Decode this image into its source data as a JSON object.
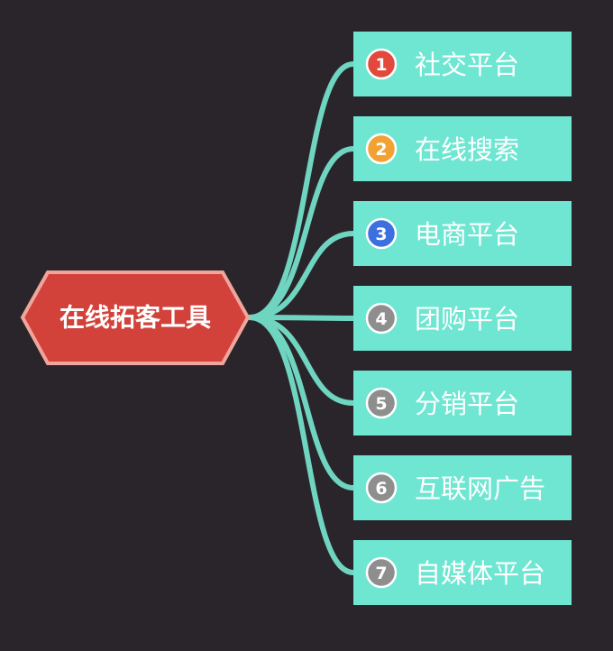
{
  "root": {
    "label": "在线拓客工具",
    "fill": "#d2423a",
    "stroke": "#f0a59c"
  },
  "connector_color": "#6fd4c0",
  "node_fill": "#6ee6d2",
  "node_text_color": "#ffffff",
  "branches": [
    {
      "number": "1",
      "label": "社交平台",
      "badge_color": "#e2483c"
    },
    {
      "number": "2",
      "label": "在线搜索",
      "badge_color": "#f1a233"
    },
    {
      "number": "3",
      "label": "电商平台",
      "badge_color": "#3d6fe0"
    },
    {
      "number": "4",
      "label": "团购平台",
      "badge_color": "#8e8e8e"
    },
    {
      "number": "5",
      "label": "分销平台",
      "badge_color": "#8e8e8e"
    },
    {
      "number": "6",
      "label": "互联网广告",
      "badge_color": "#8e8e8e"
    },
    {
      "number": "7",
      "label": "自媒体平台",
      "badge_color": "#8e8e8e"
    }
  ]
}
